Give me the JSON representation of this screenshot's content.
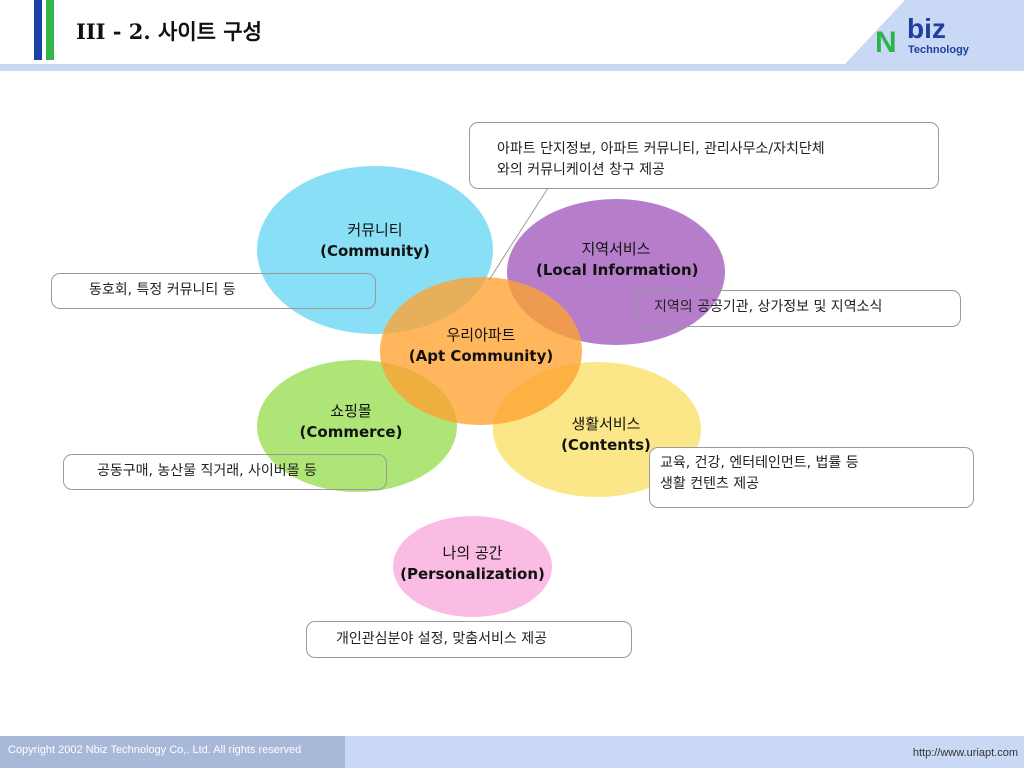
{
  "header": {
    "title": "III - 2. 사이트 구성",
    "logo_n": "N",
    "logo_biz": "biz",
    "logo_tech": "Technology"
  },
  "diagram": {
    "nodes": [
      {
        "id": "community",
        "korean": "커뮤니티",
        "english": "(Community)",
        "color": "#7fdcf5"
      },
      {
        "id": "local",
        "korean": "지역서비스",
        "english": "(Local Information)",
        "color": "#b073c6"
      },
      {
        "id": "apt",
        "korean": "우리아파트",
        "english": "(Apt Community)",
        "color": "#ffa230"
      },
      {
        "id": "commerce",
        "korean": "쇼핑몰",
        "english": "(Commerce)",
        "color": "#a8e26a"
      },
      {
        "id": "contents",
        "korean": "생활서비스",
        "english": "(Contents)",
        "color": "#fbe57e"
      },
      {
        "id": "personal",
        "korean": "나의 공간",
        "english": "(Personalization)",
        "color": "#fab8e2"
      }
    ],
    "callouts": {
      "apt": [
        "아파트 단지정보, 아파트 커뮤니티, 관리사무소/자치단체",
        "와의 커뮤니케이션 창구 제공"
      ],
      "community": [
        "동호회, 특정 커뮤니티 등"
      ],
      "local": [
        "지역의 공공기관, 상가정보 및 지역소식"
      ],
      "commerce": [
        "공동구매, 농산물 직거래, 사이버몰 등"
      ],
      "contents": [
        "교육, 건강, 엔터테인먼트, 법률 등",
        "생활 컨텐츠 제공"
      ],
      "personal": [
        "개인관심분야 설정, 맞춤서비스 제공"
      ]
    }
  },
  "footer": {
    "copyright": "Copyright 2002 Nbiz Technology Co,. Ltd. All rights reserved",
    "url": "http://www.uriapt.com"
  }
}
